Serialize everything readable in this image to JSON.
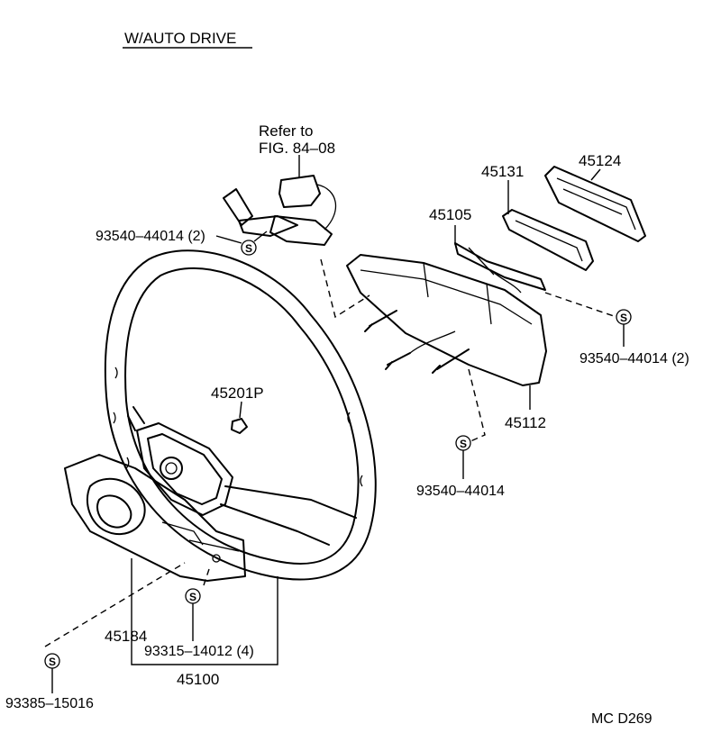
{
  "diagram": {
    "title": "W/AUTO DRIVE",
    "reference": {
      "line1": "Refer to",
      "line2": "FIG. 84–08"
    },
    "drawing_code": "MC D269",
    "screw_symbol": "S",
    "part_labels": {
      "p45124": "45124",
      "p45131": "45131",
      "p45105": "45105",
      "p45112": "45112",
      "p45201p": "45201P",
      "p45184": "45184",
      "p45100": "45100",
      "b93540_switch": "93540–44014 (2)",
      "b93540_right": "93540–44014 (2)",
      "b93540_center": "93540–44014",
      "b93315": "93315–14012 (4)",
      "b93385": "93385–15016"
    }
  }
}
